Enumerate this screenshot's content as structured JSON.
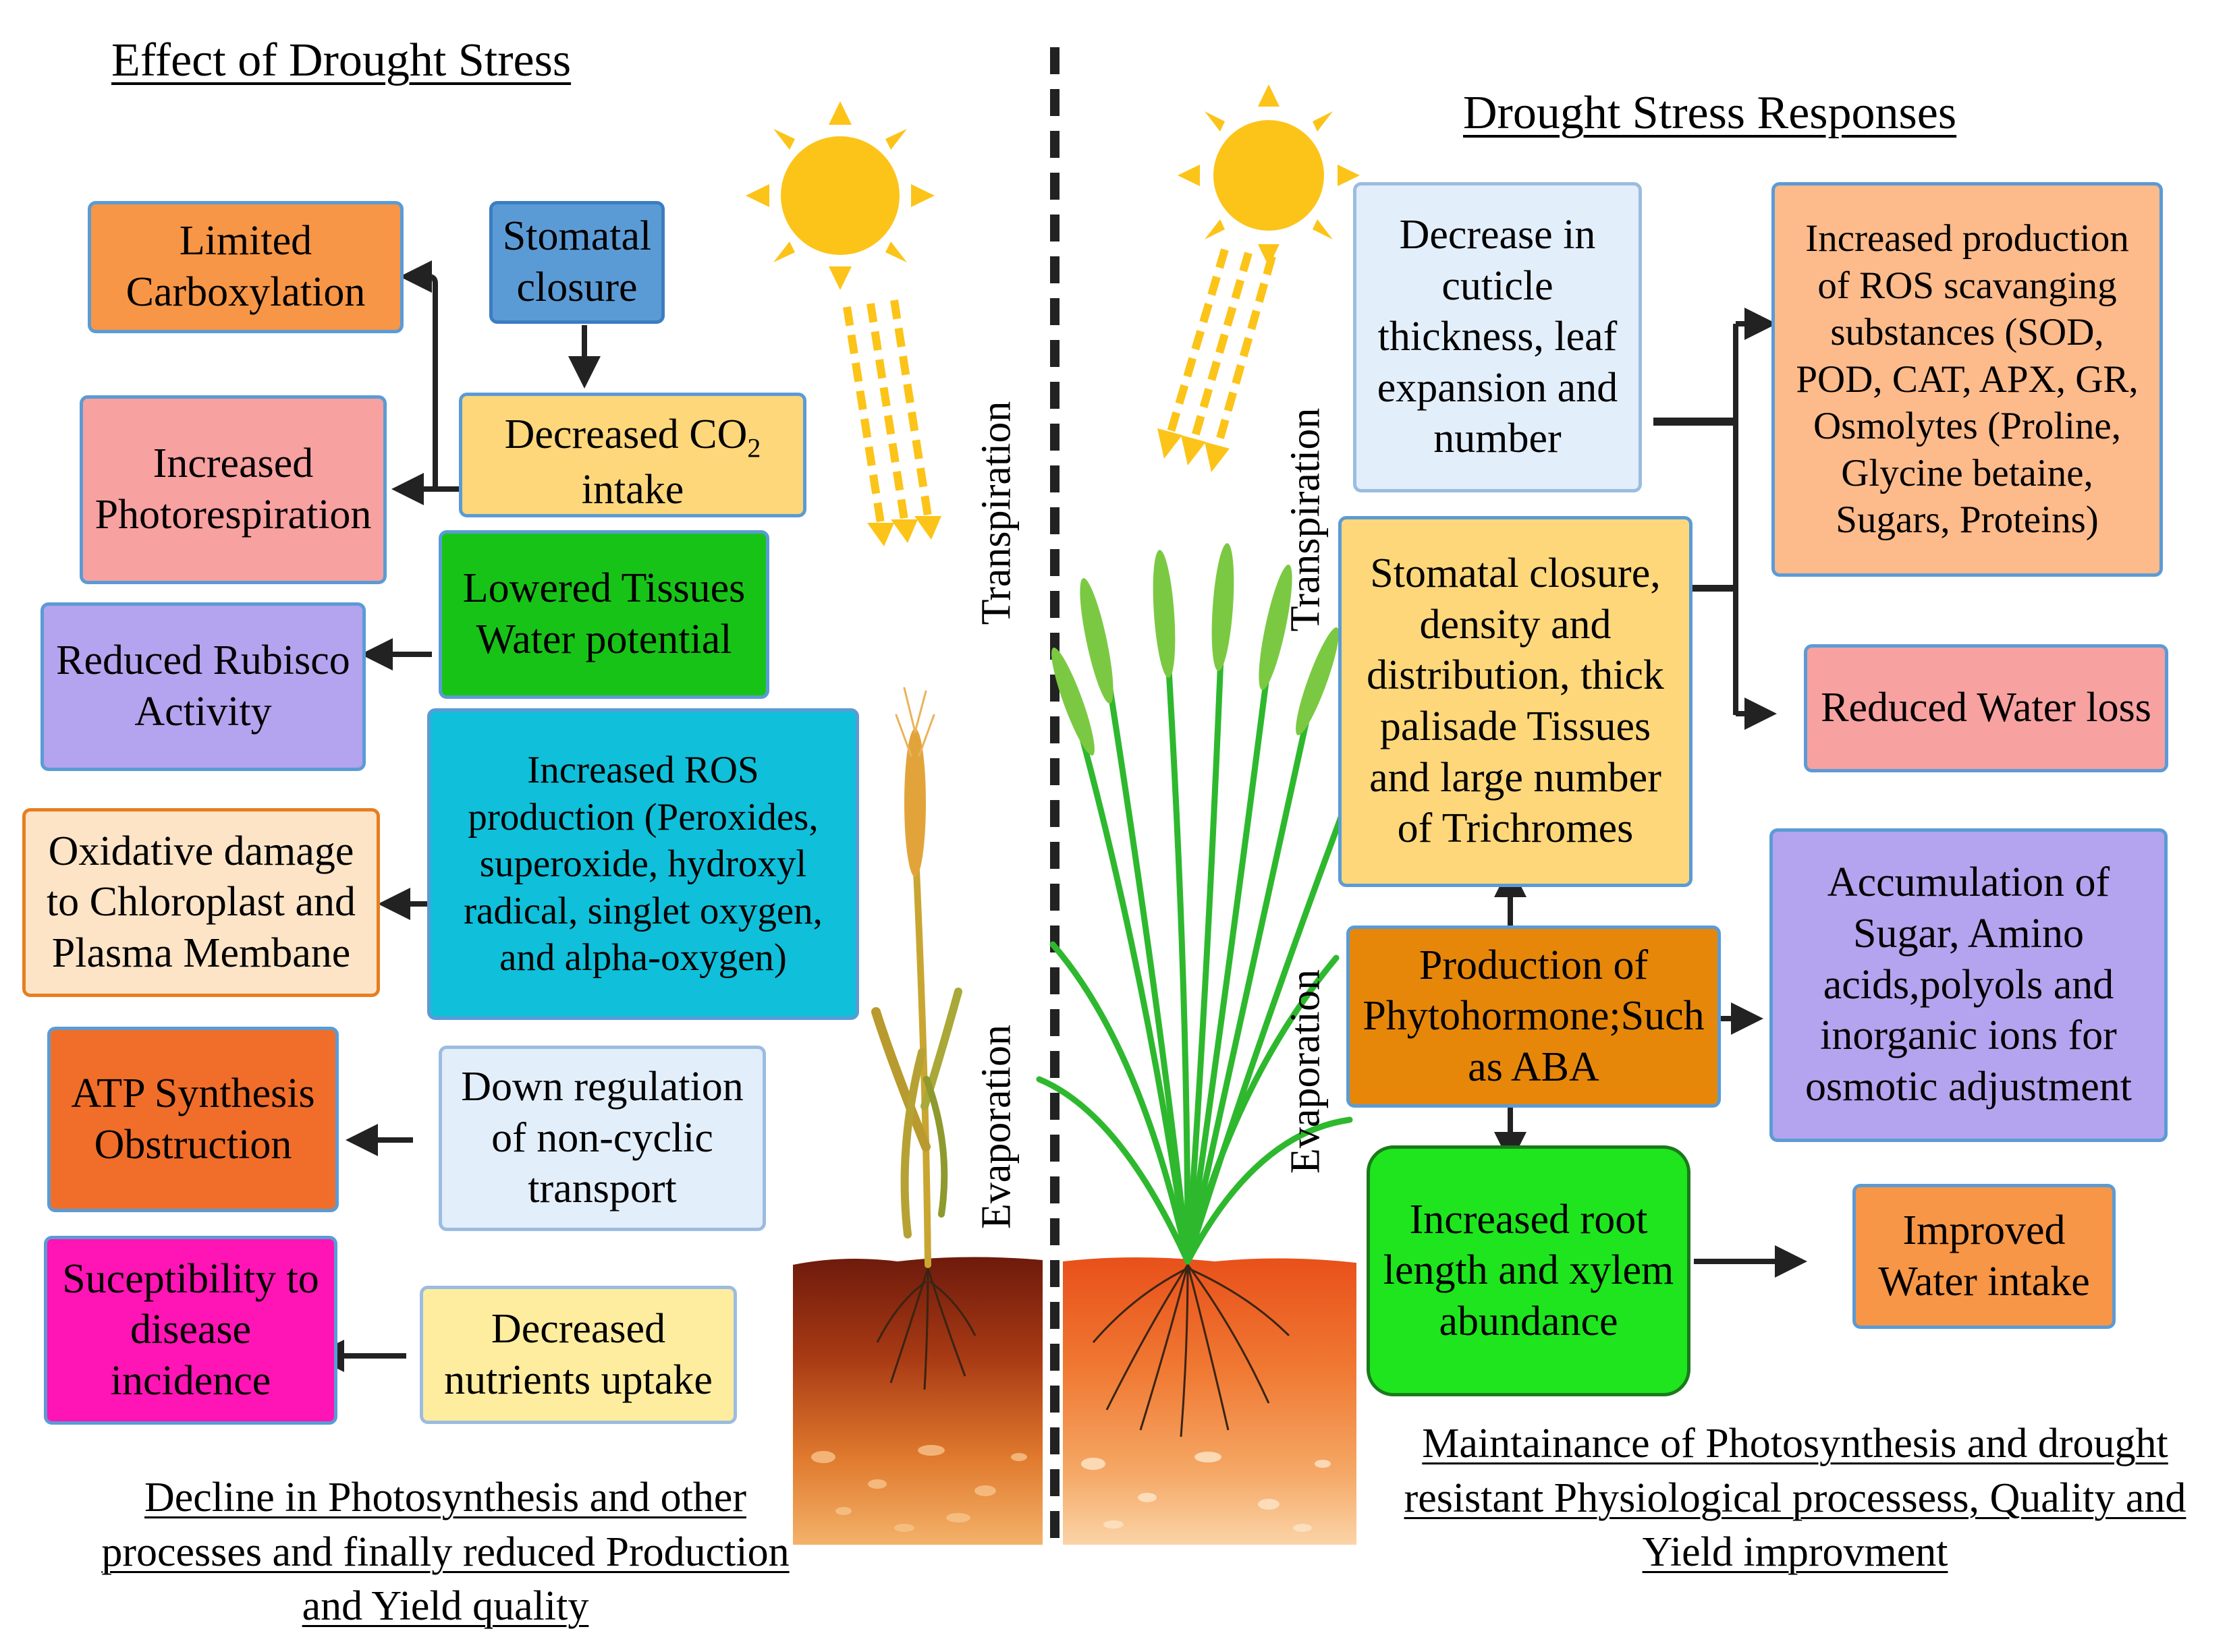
{
  "left": {
    "heading": "Effect of Drought Stress",
    "boxes": {
      "limited_carboxylation": "Limited Carboxylation",
      "stomatal_closure": "Stomatal closure",
      "increased_photorespiration": "Increased Photorespiration",
      "decreased_co2_main": "Decreased CO",
      "decreased_co2_sub": "2",
      "decreased_co2_tail": "intake",
      "lowered_tissues": "Lowered Tissues Water potential",
      "reduced_rubisco": "Reduced Rubisco Activity",
      "increased_ros": "Increased ROS production (Peroxides, superoxide, hydroxyl radical, singlet oxygen, and alpha-oxygen)",
      "oxidative_damage": "Oxidative damage to Chloroplast and Plasma Membane",
      "atp_synthesis": "ATP Synthesis Obstruction",
      "down_regulation": "Down regulation of  non-cyclic transport",
      "susceptibility": "Suceptibility to disease incidence",
      "decreased_nutrients": "Decreased nutrients uptake"
    },
    "footer": "Decline in Photosynthesis and other processes and finally reduced Production and Yield quality",
    "labels": {
      "transpiration": "Transpiration",
      "evaporation": "Evaporation"
    }
  },
  "right": {
    "heading": "Drought Stress Responses",
    "boxes": {
      "decrease_cuticle": "Decrease in cuticle thickness, leaf expansion and number",
      "ros_scavenging": "Increased production of ROS  scavanging substances (SOD, POD, CAT, APX, GR, Osmolytes (Proline, Glycine betaine, Sugars, Proteins)",
      "stomatal_closure_density": "Stomatal closure, density and distribution, thick palisade Tissues and large number of Trichromes",
      "reduced_water_loss": "Reduced Water loss",
      "phytohormone": "Production of Phytohormone;Such as ABA",
      "accumulation": "Accumulation of Sugar, Amino acids,polyols and inorganic ions for osmotic adjustment",
      "root_length": "Increased root length and xylem abundance",
      "improved_water": "Improved Water intake"
    },
    "footer": "Maintainance of Photosynthesis and drought resistant Physiological processess, Quality and Yield improvment",
    "labels": {
      "transpiration": "Transpiration",
      "evaporation": "Evaporation"
    }
  },
  "colors": {
    "orange": "#f79646",
    "blue": "#5b9bd5",
    "pink": "#f7a1a0",
    "yellow": "#fdd77a",
    "green": "#18c318",
    "purple": "#b4a3ee",
    "cyan": "#10bfd9",
    "peach": "#fde4c6",
    "dark_orange": "#f06e2a",
    "light_blue": "#e3eefb",
    "magenta": "#ff14b5",
    "light_yellow": "#ffed9f",
    "amber": "#e6870a",
    "bright_green": "#1ee51e",
    "sun": "#fcc419"
  }
}
